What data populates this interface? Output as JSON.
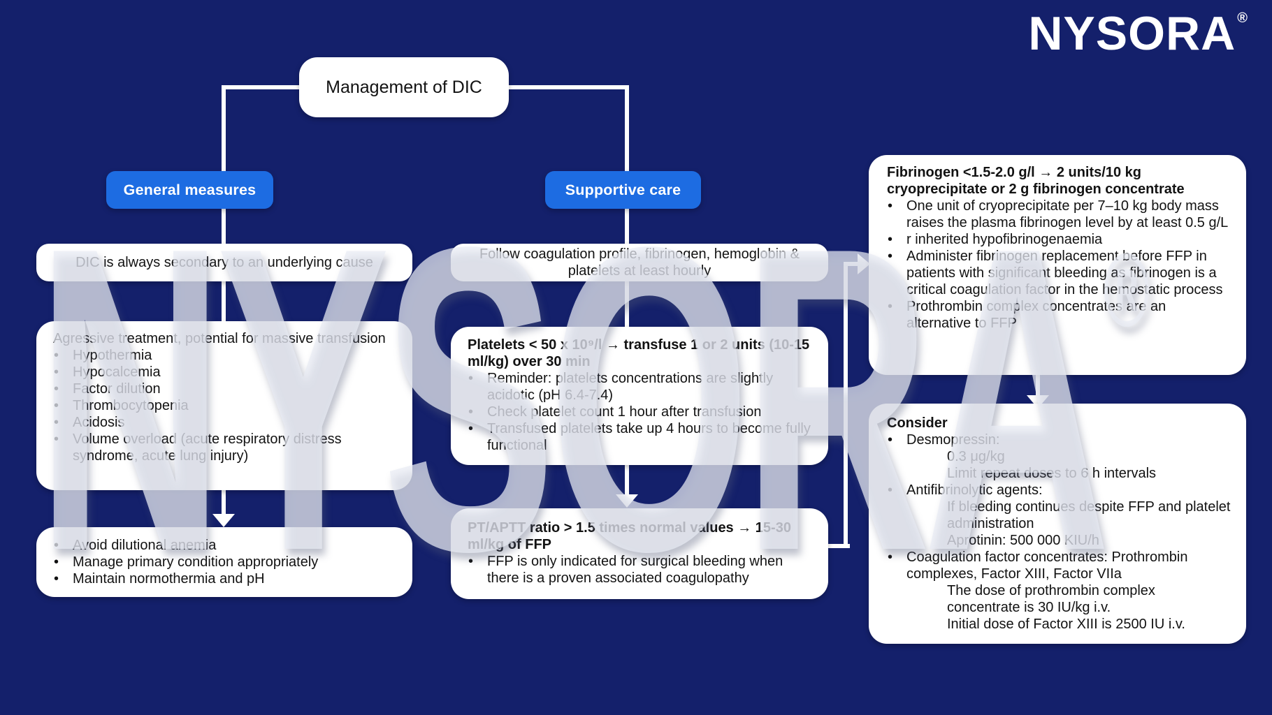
{
  "page": {
    "colors": {
      "background": "#14206b",
      "accent_blue": "#1d6ce2",
      "box_white": "#ffffff",
      "text": "#121212",
      "line_white": "#ffffff"
    }
  },
  "ui": {
    "bullet": "•"
  },
  "logo": {
    "text": "NYSORA",
    "registered": "®"
  },
  "watermark": {
    "text": "NYSORA",
    "registered": "®"
  },
  "title": {
    "label": "Management of DIC"
  },
  "general": {
    "header": "General measures",
    "secondary_box": "DIC is always secondary to an underlying cause",
    "treatment_box": {
      "intro": "Agressive treatment, potential for massive transfusion",
      "bullets": [
        "Hypothermia",
        "Hypocalcemia",
        "Factor dilution",
        "Thrombocytopenia",
        "Acidosis",
        "Volume overload (acute respiratory distress syndrome, acute lung injury)"
      ]
    },
    "outcome_box": {
      "bullets": [
        "Avoid dilutional anemia",
        "Manage primary condition appropriately",
        "Maintain normothermia and pH"
      ]
    }
  },
  "supportive": {
    "header": "Supportive care",
    "monitor_box": "Follow coagulation profile, fibrinogen, hemoglobin & platelets at least hourly",
    "platelets_box": {
      "heading": "Platelets < 50 x 10⁹/l → transfuse 1 or 2 units (10-15 ml/kg) over 30 min",
      "bullets": [
        "Reminder: platelets concentrations are slightly acidotic (pH 6.4-7.4)",
        "Check platelet count 1 hour after transfusion",
        "Transfused platelets take up 4 hours to become fully functional"
      ]
    },
    "ffp_box": {
      "heading": "PT/APTT ratio > 1.5 times normal values → 15-30 ml/kg of FFP",
      "bullets": [
        "FFP is only indicated for surgical bleeding when there is a proven associated coagulopathy"
      ]
    }
  },
  "fibrinogen_box": {
    "heading": "Fibrinogen <1.5-2.0 g/l → 2 units/10 kg cryoprecipitate or 2 g fibrinogen concentrate",
    "bullets": [
      "One unit of cryoprecipitate per 7–10 kg body mass raises the plasma fibrinogen level by at least 0.5 g/L",
      "r inherited hypofibrinogenaemia",
      "Administer fibrinogen replacement before FFP in patients with significant bleeding as fibrinogen is a critical coagulation factor in the hemostatic process",
      "Prothrombin complex concentrates are an alternative to FFP"
    ]
  },
  "consider_box": {
    "heading": "Consider",
    "items": [
      {
        "label": "Desmopressin:",
        "sub": [
          "0.3 μg/kg",
          "Limit repeat doses to 6 h intervals"
        ]
      },
      {
        "label": "Antifibrinolytic agents:",
        "sub": [
          "If bleeding continues despite FFP and platelet administration",
          "Aprotinin: 500 000 KIU/h"
        ]
      },
      {
        "label": "Coagulation factor concentrates: Prothrombin complexes, Factor XIII, Factor VIIa",
        "sub": [
          "The dose of prothrombin complex concentrate is 30 IU/kg i.v.",
          "Initial dose of Factor XIII is 2500 IU i.v."
        ]
      }
    ]
  }
}
